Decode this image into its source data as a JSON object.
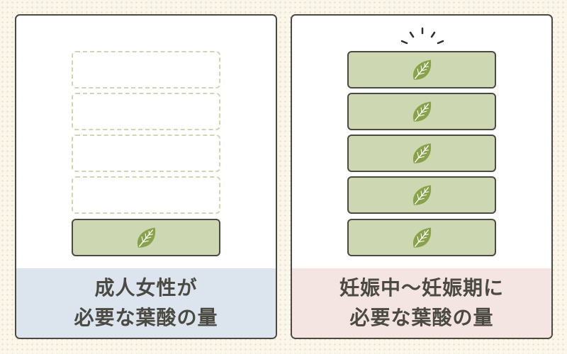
{
  "panels": [
    {
      "caption_line1": "成人女性が",
      "caption_line2": "必要な葉酸の量",
      "filled_units": 1,
      "total_units": 5,
      "caption_color": "#dce4ee"
    },
    {
      "caption_line1": "妊娠中〜妊娠期に",
      "caption_line2": "必要な葉酸の量",
      "filled_units": 5,
      "total_units": 5,
      "caption_color": "#f4e4e2"
    }
  ],
  "colors": {
    "unit_fill": "#cdd8b2",
    "leaf": "#88a24a",
    "outline": "#4a4a42",
    "empty_dash": "#cfd4b2"
  },
  "icons": {
    "unit": "leaf-icon",
    "emphasis": "sparkle-icon"
  }
}
